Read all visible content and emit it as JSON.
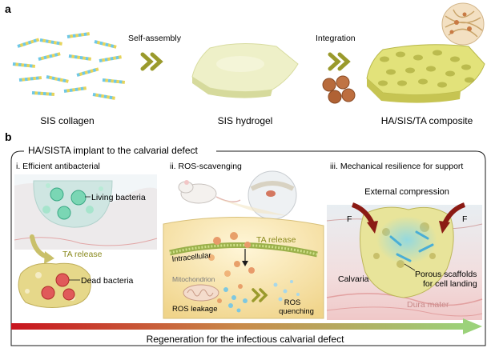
{
  "panel_a": {
    "letter": "a",
    "step1_label": "Self-assembly",
    "step2_label": "Integration",
    "item1_label": "SIS collagen",
    "item2_label": "SIS hydrogel",
    "item3_label": "HA/SIS/TA composite"
  },
  "panel_b": {
    "letter": "b",
    "title": "HA/SISTA implant to the calvarial defect",
    "sub1": {
      "title": "i. Efficient antibacterial",
      "living": "Living bacteria",
      "release": "TA release",
      "dead": "Dead bacteria"
    },
    "sub2": {
      "title": "ii. ROS-scavenging",
      "release": "TA release",
      "intracellular": "Intracellular",
      "mitochondrion": "Mitochondrion",
      "leakage": "ROS leakage",
      "quenching_1": "ROS",
      "quenching_2": "quenching"
    },
    "sub3": {
      "title": "iii. Mechanical resilience for support",
      "compression": "External compression",
      "force_left": "F",
      "force_right": "F",
      "calvaria": "Calvaria",
      "scaffold_1": "Porous scaffolds",
      "scaffold_2": "for cell landing",
      "dura": "Dura mater"
    },
    "footer": "Regeneration for the infectious calvarial defect"
  },
  "colors": {
    "chevron": "#9a9a2c",
    "release_text": "#8a8a1e",
    "force_arrow": "#8b1a14",
    "gradient_start": "#c8141e",
    "gradient_end": "#9bd27a",
    "hydrogel": "#eef0c8",
    "composite": "#e2e27a"
  }
}
